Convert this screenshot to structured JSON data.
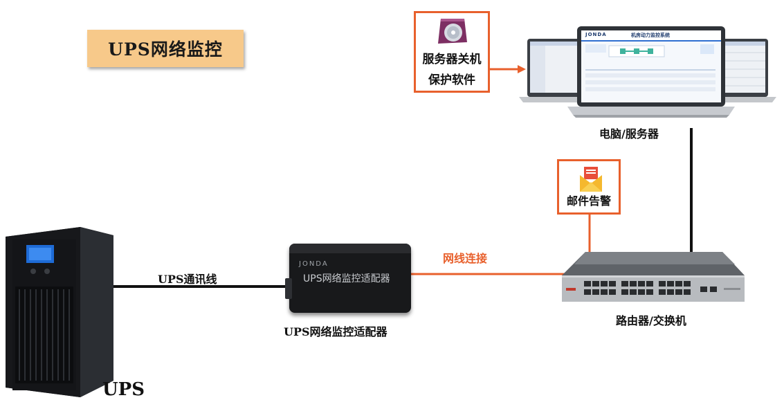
{
  "title": "UPS网络监控",
  "labels": {
    "ups": "UPS",
    "ups_cable": "UPS通讯线",
    "adapter_caption": "UPS网络监控适配器",
    "adapter_face": "UPS网络监控适配器",
    "adapter_brand": "JONDA",
    "network_link": "网线连接",
    "router": "路由器/交换机",
    "computer": "电脑/服务器",
    "email_alert": "邮件告警",
    "software_line1": "服务器关机",
    "software_line2": "保护软件",
    "screen_brand": "JONDA",
    "screen_title": "机房动力监控系统"
  },
  "colors": {
    "accent_orange": "#e8602c",
    "title_bg": "#f7c98a",
    "line_black": "#111111"
  }
}
